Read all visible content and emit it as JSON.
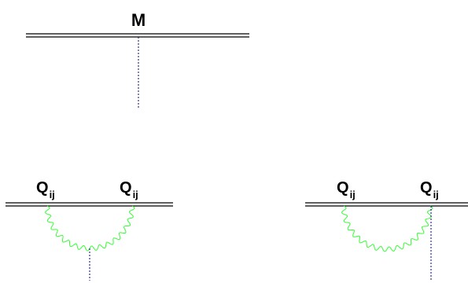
{
  "top_diagram": {
    "label": "M"
  },
  "bottom_left_diagram": {
    "left_label": {
      "base": "Q",
      "sub": "ij"
    },
    "right_label": {
      "base": "Q",
      "sub": "ij"
    }
  },
  "bottom_right_diagram": {
    "left_label": {
      "base": "Q",
      "sub": "ij"
    },
    "right_label": {
      "base": "Q",
      "sub": "ij"
    }
  },
  "colors": {
    "line": "#000000",
    "dotted": "#00008b",
    "gluon": "#33ff33"
  }
}
